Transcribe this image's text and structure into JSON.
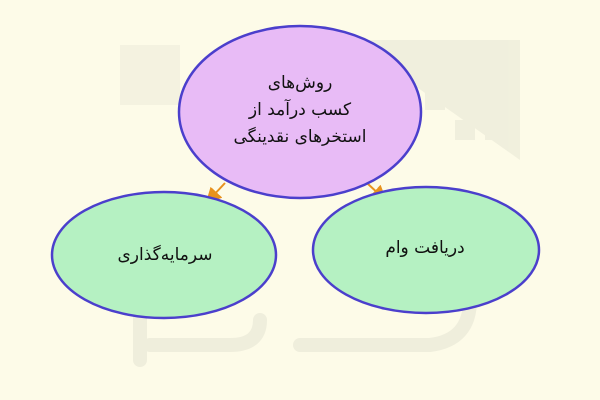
{
  "diagram": {
    "root": {
      "lines": [
        "روش‌های",
        "کسب درآمد از",
        "استخرهای نقدینگی"
      ]
    },
    "children": [
      {
        "label": "سرمایه‌گذاری"
      },
      {
        "label": "دریافت وام"
      }
    ]
  },
  "colors": {
    "background": "#FDFBE8",
    "root_fill": "#E8BBF6",
    "child_fill": "#B5F1C2",
    "node_stroke": "#4B3FCC",
    "arrow": "#E8921E",
    "watermark": "#EFEEDC"
  }
}
